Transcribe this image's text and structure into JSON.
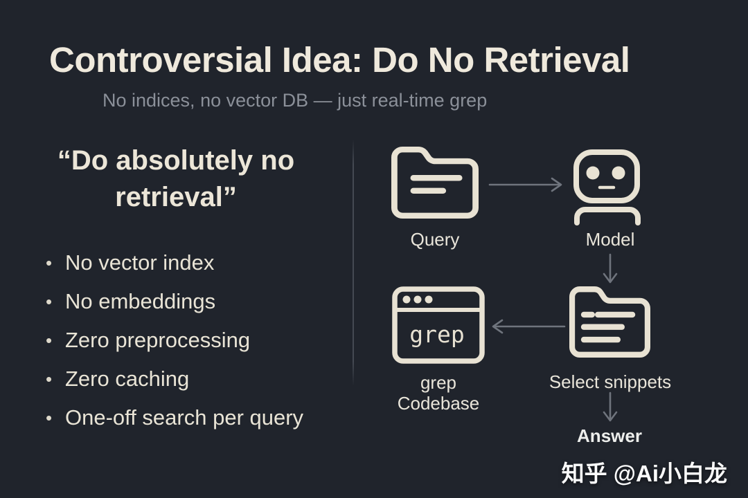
{
  "header": {
    "title": "Controversial Idea: Do No Retrieval",
    "subtitle": "No indices, no vector DB — just real-time grep"
  },
  "left_panel": {
    "quote_line1": "“Do absolutely no",
    "quote_line2": "retrieval”",
    "bullet_glyph": "•",
    "bullets": [
      "No vector index",
      "No embeddings",
      "Zero preprocessing",
      "Zero caching",
      "One-off search per query"
    ]
  },
  "diagram": {
    "query_label": "Query",
    "model_label": "Model",
    "grep_window_text": "grep",
    "grep_label_line1": "grep",
    "grep_label_line2": "Codebase",
    "snippets_label": "Select snippets",
    "answer_label": "Answer",
    "icons": {
      "query": "folder-icon",
      "model": "bot-icon",
      "grep": "browser-window-icon",
      "snippets": "folder-snippets-icon",
      "flow_arrows": [
        "arrow-right-icon",
        "arrow-down-icon",
        "arrow-left-icon",
        "arrow-down-icon"
      ]
    }
  },
  "watermark": "知乎 @Ai小白龙",
  "colors": {
    "background": "#20242c",
    "cream_text": "#ebe5d7",
    "subtitle_gray": "#8b9099",
    "arrow_gray": "#6f747d",
    "divider": "#454a53",
    "watermark_white": "#fbfbfb"
  }
}
